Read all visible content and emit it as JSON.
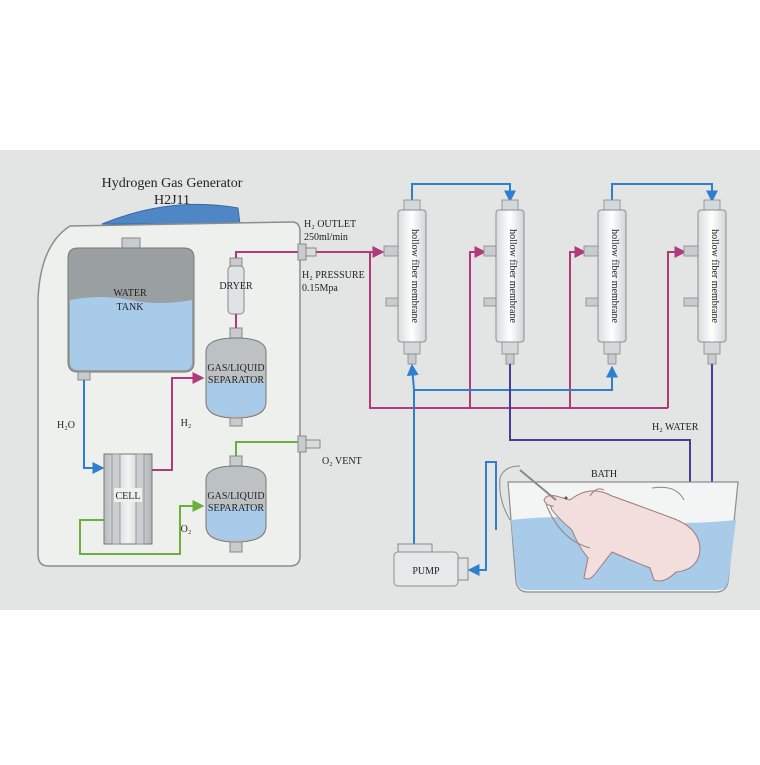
{
  "generator": {
    "title_line1": "Hydrogen Gas Generator",
    "title_line2": "H2J11"
  },
  "labels": {
    "water_tank_line1": "WATER",
    "water_tank_line2": "TANK",
    "h2o": "H₂O",
    "cell": "CELL",
    "dryer": "DRYER",
    "gas_liquid_separator_line1": "GAS/LIQUID",
    "gas_liquid_separator_line2": "SEPARATOR",
    "h2": "H₂",
    "o2": "O₂",
    "h2_outlet_line1": "H₂ OUTLET",
    "h2_outlet_line2": "250ml/min",
    "h2_pressure_line1": "H₂ PRESSURE",
    "h2_pressure_line2": "0.15Mpa",
    "o2_vent": "O₂ VENT",
    "hollow_fiber_membrane": "hollow fiber membrane",
    "h2_water": "H₂ WATER",
    "bath": "BATH",
    "pump": "PUMP"
  },
  "colors": {
    "background_band": "#e3e4e4",
    "generator_body": "#eef0ee",
    "water_blue": "#a9cbea",
    "h2_line": "#b23a7c",
    "o2_line": "#6bb03a",
    "water_line": "#2f7fd0",
    "h2_water_line": "#4a3a9c"
  }
}
